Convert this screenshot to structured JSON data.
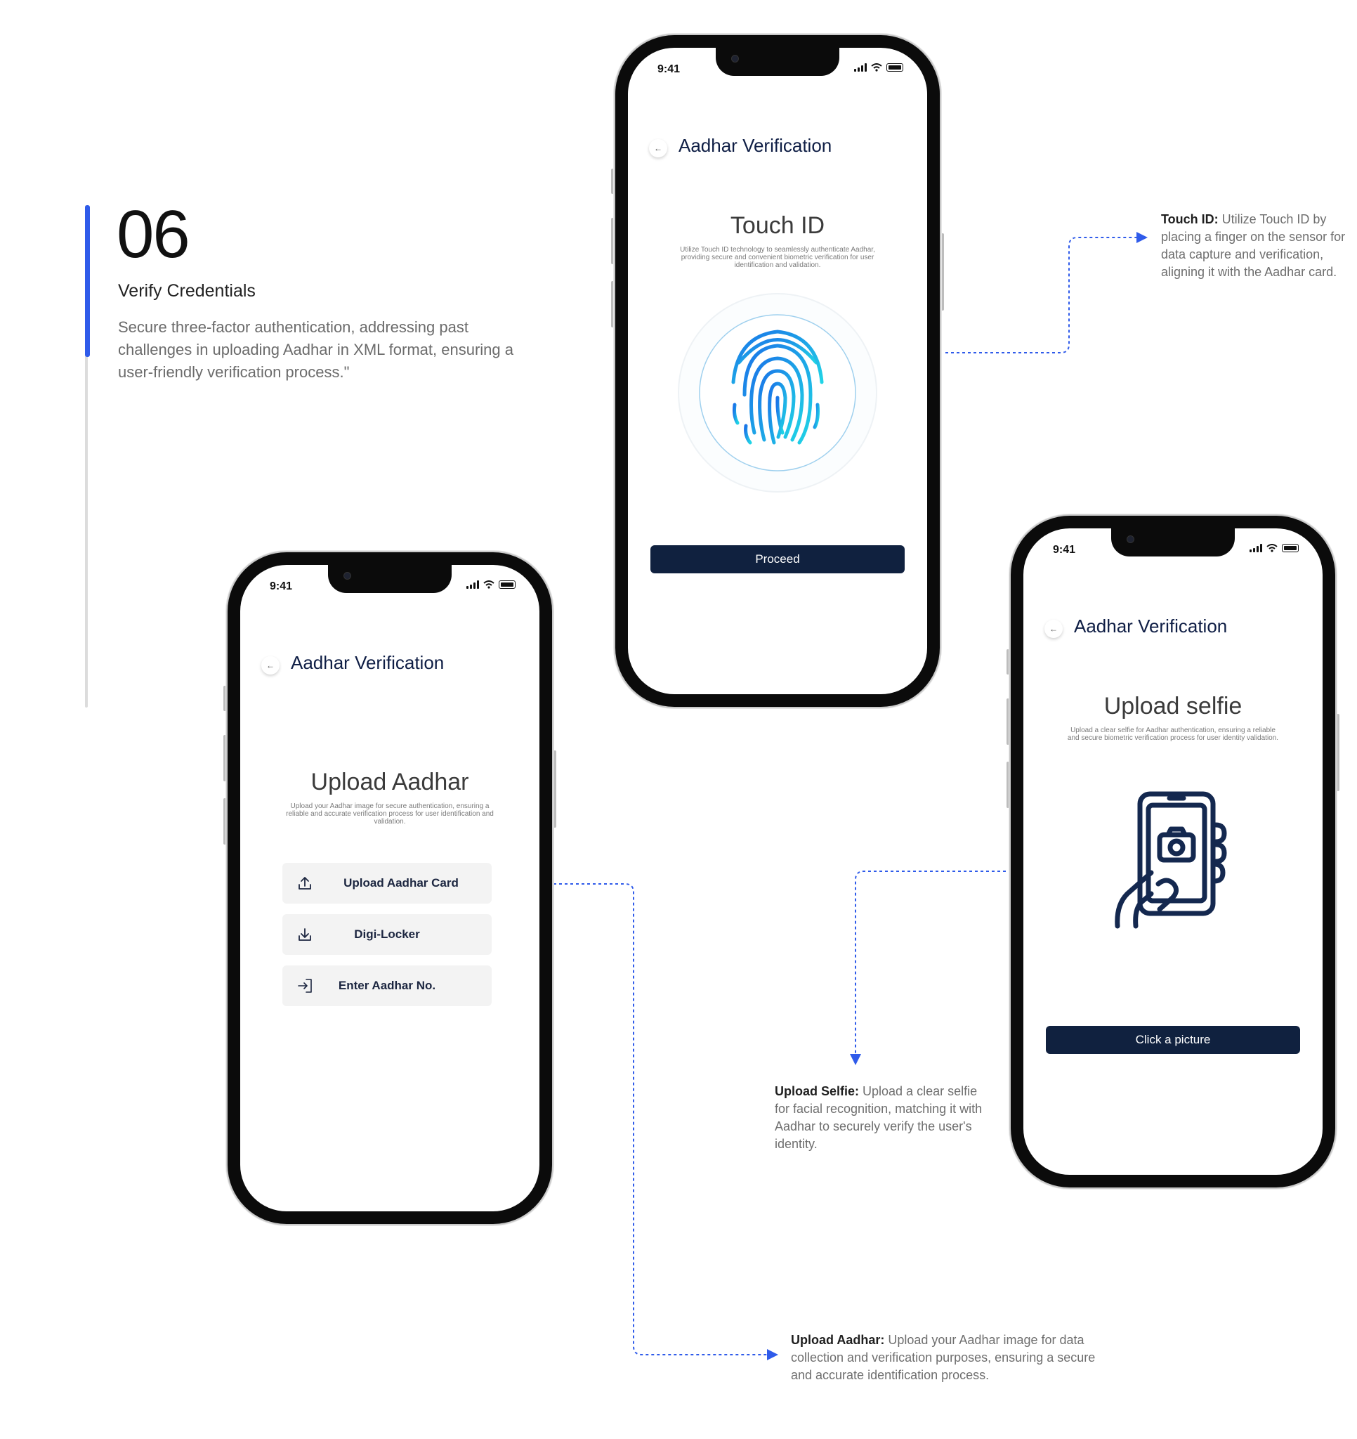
{
  "section": {
    "number": "06",
    "title": "Verify Credentials",
    "description": "Secure three-factor authentication, addressing past challenges in uploading Aadhar in XML format, ensuring a user-friendly verification process.\""
  },
  "colors": {
    "accent": "#2f5bea",
    "navy": "#10213f",
    "title_navy": "#0f1e45",
    "connector": "#2f5bea"
  },
  "phones": {
    "touch": {
      "time": "9:41",
      "app_title": "Aadhar Verification",
      "heading": "Touch ID",
      "description": "Utilize Touch ID technology to seamlessly authenticate Aadhar, providing secure and convenient biometric verification for user identification and validation.",
      "icon": "fingerprint-icon",
      "button": "Proceed"
    },
    "upload": {
      "time": "9:41",
      "app_title": "Aadhar Verification",
      "heading": "Upload Aadhar",
      "description": "Upload your Aadhar image for secure authentication, ensuring a reliable and accurate verification process for user identification and validation.",
      "options": [
        {
          "label": "Upload Aadhar Card",
          "icon": "upload-icon"
        },
        {
          "label": "Digi-Locker",
          "icon": "download-icon"
        },
        {
          "label": "Enter Aadhar No.",
          "icon": "enter-icon"
        }
      ]
    },
    "selfie": {
      "time": "9:41",
      "app_title": "Aadhar Verification",
      "heading": "Upload selfie",
      "description": "Upload a clear selfie for Aadhar authentication, ensuring a reliable and secure biometric verification process for user identity validation.",
      "icon": "selfie-phone-icon",
      "button": "Click a picture"
    }
  },
  "annotations": {
    "touch": {
      "label": "Touch ID:",
      "text": " Utilize Touch ID by placing a finger on the sensor for data capture and verification, aligning it with the Aadhar card."
    },
    "selfie": {
      "label": "Upload Selfie:",
      "text": " Upload a clear selfie for facial recognition, matching it with Aadhar to securely verify the user's identity."
    },
    "aadhar": {
      "label": "Upload Aadhar:",
      "text": " Upload your Aadhar image for data collection and verification purposes, ensuring a secure and accurate identification process."
    }
  }
}
